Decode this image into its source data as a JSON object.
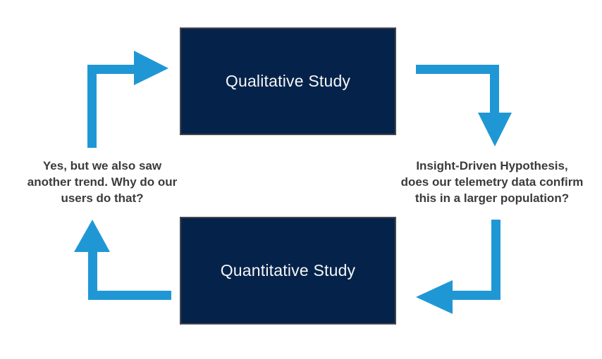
{
  "diagram": {
    "title": "",
    "boxes": [
      {
        "id": "qualitative",
        "label": "Qualitative Study"
      },
      {
        "id": "quantitative",
        "label": "Quantitative Study"
      }
    ],
    "notes": {
      "left": {
        "lines": [
          "Yes, but we also saw",
          "another trend. Why do our",
          "users do that?"
        ]
      },
      "right": {
        "lines": [
          "Insight-Driven Hypothesis,",
          "does our telemetry data confirm",
          "this in a larger population?"
        ]
      }
    },
    "arrows": [
      {
        "name": "arrow-into-qualitative",
        "direction": "up-then-right"
      },
      {
        "name": "arrow-qualitative-to-hypothesis",
        "direction": "right-then-down"
      },
      {
        "name": "arrow-into-quantitative",
        "direction": "down-then-left"
      },
      {
        "name": "arrow-quantitative-to-insight",
        "direction": "left-then-up"
      }
    ],
    "colors": {
      "arrow": "#2097D5",
      "box_fill": "#05234A",
      "box_border": "#43464B",
      "box_text": "#F5F6F7",
      "note_text": "#3B3B3B",
      "background": "#FFFFFF"
    }
  }
}
